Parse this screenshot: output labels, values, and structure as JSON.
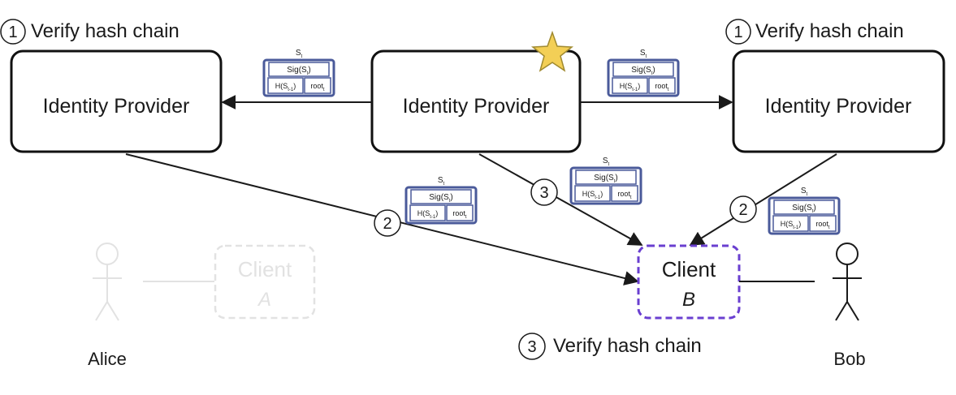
{
  "providers": {
    "left": "Identity Provider",
    "center": "Identity Provider",
    "right": "Identity Provider"
  },
  "steps": {
    "verify_left": {
      "num": "1",
      "text": "Verify hash chain"
    },
    "verify_right": {
      "num": "1",
      "text": "Verify hash chain"
    },
    "verify_bottom": {
      "num": "3",
      "text": "Verify hash chain"
    },
    "arrow_left": "2",
    "arrow_center": "3",
    "arrow_right": "2"
  },
  "packet": {
    "title": "S",
    "title_sub": "t",
    "sig": "Sig(S",
    "sig_sub": "t",
    "sig_end": ")",
    "hash": "H(S",
    "hash_sub": "t-1",
    "hash_end": ")",
    "root": "root",
    "root_sub": "t"
  },
  "clients": {
    "a": {
      "label": "Client",
      "letter": "A"
    },
    "b": {
      "label": "Client",
      "letter": "B"
    }
  },
  "people": {
    "alice": "Alice",
    "bob": "Bob"
  },
  "colors": {
    "packet_border": "#4a5a9a",
    "client_b_border": "#6a3fd0",
    "faded": "#e2e2e2",
    "star": "#f3cf56"
  },
  "icons": {
    "star": "star-icon",
    "person": "stick-figure-icon"
  }
}
